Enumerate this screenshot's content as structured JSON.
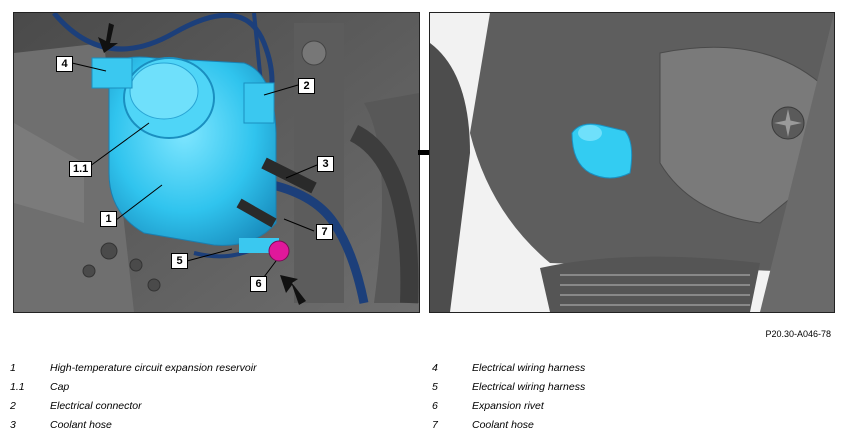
{
  "figure_ref": "P20.30-A046-78",
  "callouts": {
    "c4": "4",
    "c2": "2",
    "c11": "1.1",
    "c3": "3",
    "c1": "1",
    "c7": "7",
    "c5": "5",
    "c6": "6"
  },
  "legend_left": [
    {
      "num": "1",
      "desc": "High-temperature circuit expansion reservoir"
    },
    {
      "num": "1.1",
      "desc": "Cap"
    },
    {
      "num": "2",
      "desc": "Electrical connector"
    },
    {
      "num": "3",
      "desc": "Coolant hose"
    }
  ],
  "legend_right": [
    {
      "num": "4",
      "desc": "Electrical wiring harness"
    },
    {
      "num": "5",
      "desc": "Electrical wiring harness"
    },
    {
      "num": "6",
      "desc": "Expansion rivet"
    },
    {
      "num": "7",
      "desc": "Coolant hose"
    }
  ],
  "colors": {
    "reservoir": "#33ccf2",
    "rivet": "#e0189b",
    "hose": "#1c3f7a"
  }
}
